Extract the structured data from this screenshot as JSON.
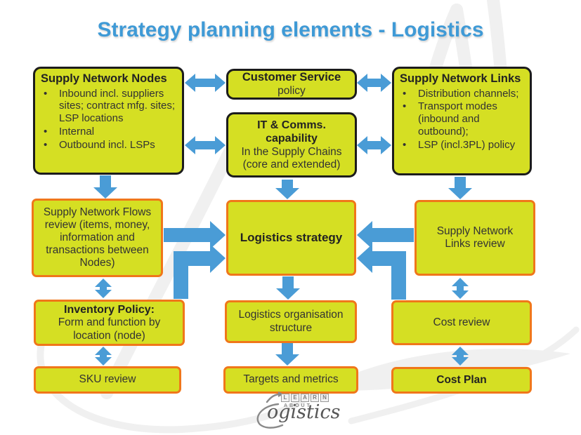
{
  "title": "Strategy planning elements - Logistics",
  "boxes": {
    "nodes": {
      "heading": "Supply Network Nodes",
      "bullets": [
        "Inbound incl. suppliers sites; contract mfg. sites; LSP locations",
        "Internal",
        "Outbound incl. LSPs"
      ]
    },
    "customer_service": {
      "heading": "Customer Service",
      "body": "policy"
    },
    "it_comms": {
      "heading_line1": "IT & Comms.",
      "heading_line2": "capability",
      "body_line1": "In the Supply Chains",
      "body_line2": "(core and extended)"
    },
    "links": {
      "heading": "Supply Network Links",
      "bullets": [
        "Distribution channels;",
        "Transport modes (inbound and outbound);",
        "LSP (incl.3PL) policy"
      ]
    },
    "flows_review": {
      "body": "Supply Network Flows review (items, money, information and transactions between Nodes)"
    },
    "logistics_strategy": {
      "heading": "Logistics strategy"
    },
    "links_review": {
      "body": "Supply Network Links review"
    },
    "inventory_policy": {
      "heading": "Inventory Policy:",
      "body": "Form and function by location (node)"
    },
    "org_structure": {
      "body": "Logistics organisation structure"
    },
    "cost_review": {
      "body": "Cost review"
    },
    "sku_review": {
      "body": "SKU review"
    },
    "targets_metrics": {
      "body": "Targets and metrics"
    },
    "cost_plan": {
      "heading": "Cost Plan"
    }
  },
  "logo": {
    "learn_letters": [
      "L",
      "E",
      "A",
      "R",
      "N"
    ],
    "about": "ABOUT",
    "script": "ogistics"
  },
  "colors": {
    "box_fill": "#d5df23",
    "black_border": "#1c1c1c",
    "orange_border": "#f0771a",
    "arrow_blue": "#4a9cd6",
    "title_blue": "#3f9ad6",
    "watermark": "#f0f0f0",
    "logo_gray": "#8a8a8a"
  }
}
